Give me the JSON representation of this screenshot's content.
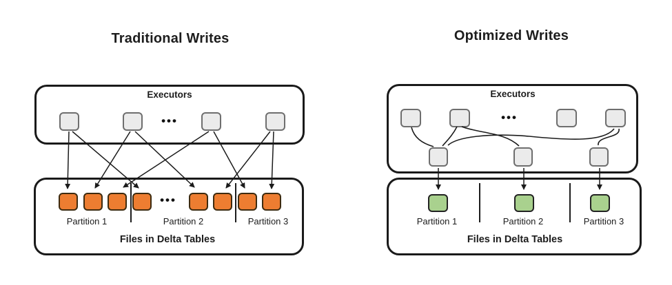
{
  "figure": {
    "panels": [
      {
        "title": "Traditional Writes",
        "executors_label": "Executors",
        "executors_ellipsis": "•••",
        "files_ellipsis": "•••",
        "partition_labels": [
          "Partition 1",
          "Partition 2",
          "Partition 3"
        ],
        "files_label": "Files in Delta Tables",
        "file_fill": "#ED7D31",
        "file_border": "#3D2B10"
      },
      {
        "title": "Optimized Writes",
        "executors_label": "Executors",
        "executors_ellipsis": "•••",
        "partition_labels": [
          "Partition 1",
          "Partition 2",
          "Partition 3"
        ],
        "files_label": "Files in Delta Tables",
        "file_fill": "#A9D18E",
        "file_border": "#222222"
      }
    ],
    "colors": {
      "background": "#FFFFFF",
      "box_border": "#1A1A1A",
      "executor_fill": "#EBEBEB",
      "executor_border": "#6E6E6E",
      "arrow": "#1B1B1B",
      "text": "#1D1D1D"
    }
  }
}
